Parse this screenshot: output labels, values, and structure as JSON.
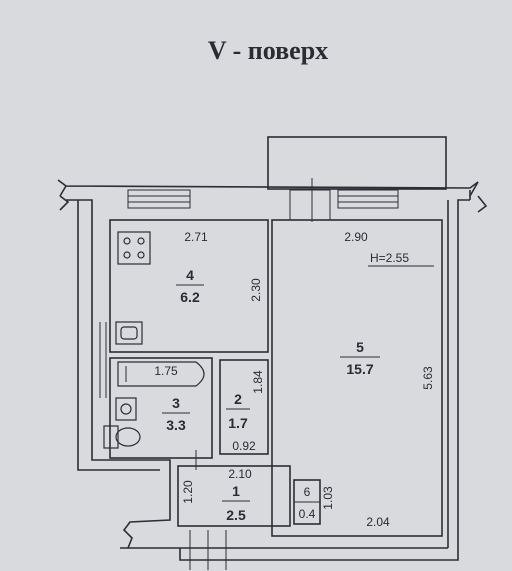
{
  "title": "V - поверх",
  "height_note": "H=2.55",
  "rooms": [
    {
      "number": "4",
      "area": "6.2"
    },
    {
      "number": "5",
      "area": "15.7"
    },
    {
      "number": "3",
      "area": "3.3"
    },
    {
      "number": "2",
      "area": "1.7"
    },
    {
      "number": "1",
      "area": "2.5"
    },
    {
      "number": "6",
      "area": "0.4"
    }
  ],
  "dimensions": {
    "kitchen_width": "2.71",
    "kitchen_depth": "2.30",
    "living_width": "2.90",
    "living_depth": "5.63",
    "bath_length": "1.75",
    "closet_depth": "1.84",
    "closet_width": "0.92",
    "hall_width": "2.10",
    "hall_depth": "1.20",
    "closet6_depth": "1.03",
    "living_bottom": "2.04"
  }
}
